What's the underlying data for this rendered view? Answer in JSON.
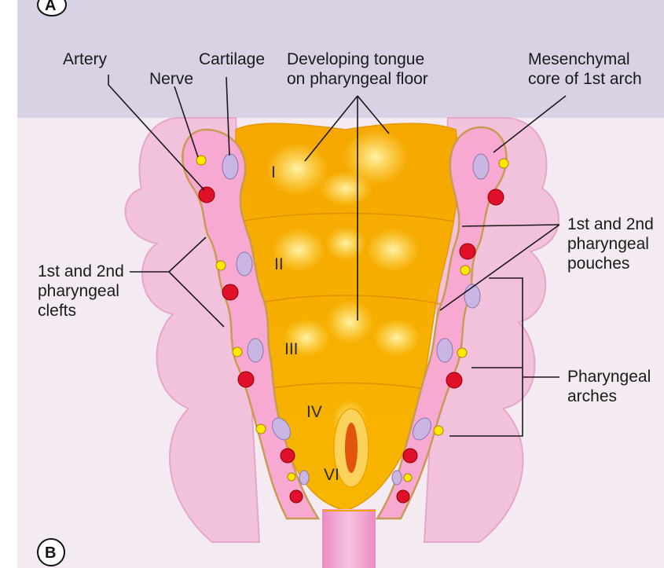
{
  "panel_labels": {
    "top": "A",
    "bottom": "B"
  },
  "labels": {
    "artery": "Artery",
    "nerve": "Nerve",
    "cartilage": "Cartilage",
    "tongue_line1": "Developing tongue",
    "tongue_line2": "on pharyngeal floor",
    "mesenchyme_line1": "Mesenchymal",
    "mesenchyme_line2": "core of 1st arch",
    "clefts_line1": "1st and 2nd",
    "clefts_line2": "pharyngeal",
    "clefts_line3": "clefts",
    "pouches_line1": "1st and 2nd",
    "pouches_line2": "pharyngeal",
    "pouches_line3": "pouches",
    "arches_line1": "Pharyngeal",
    "arches_line2": "arches"
  },
  "arch_numerals": [
    "I",
    "II",
    "III",
    "IV",
    "VI"
  ],
  "colors": {
    "background": "#7f7fb0",
    "outer_arch": "#f2c2dd",
    "arch_wall": "#f7a9d2",
    "floor": "#f7b400",
    "floor_light": "#fde57a",
    "artery": "#e0102a",
    "nerve": "#ffe800",
    "cartilage": "#c9b6e3"
  }
}
